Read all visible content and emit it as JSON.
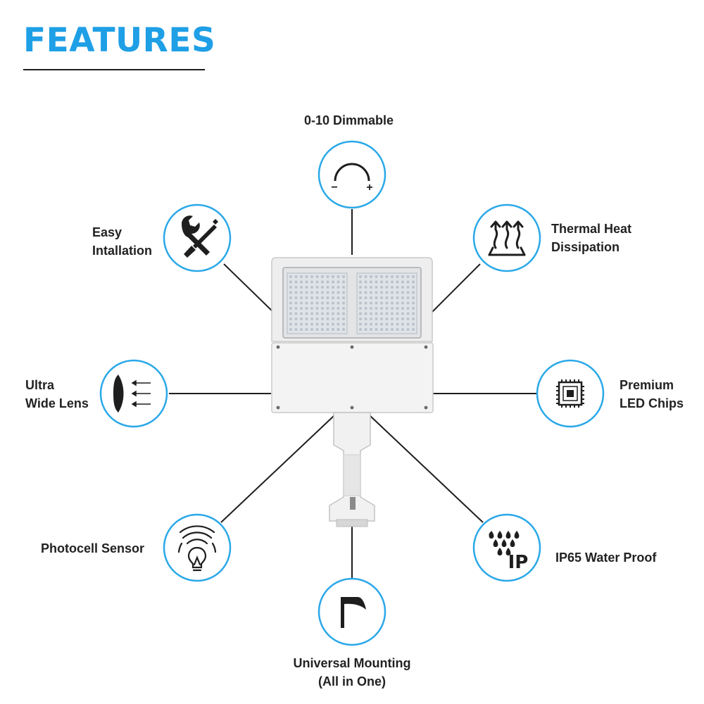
{
  "title": "FEATURES",
  "accent_color": "#1e9fe6",
  "features": [
    {
      "id": "dimmable",
      "icon": "dimmer-arc-icon",
      "lines": [
        "0-10 Dimmable"
      ]
    },
    {
      "id": "easy-installation",
      "icon": "wrench-screwdriver-icon",
      "lines": [
        "Easy",
        "Intallation"
      ]
    },
    {
      "id": "thermal",
      "icon": "heat-arrows-icon",
      "lines": [
        "Thermal Heat",
        "Dissipation"
      ]
    },
    {
      "id": "wide-lens",
      "icon": "lens-arrows-icon",
      "lines": [
        "Ultra",
        "Wide Lens"
      ]
    },
    {
      "id": "led-chips",
      "icon": "chip-icon",
      "lines": [
        "Premium",
        "LED Chips"
      ]
    },
    {
      "id": "photocell",
      "icon": "bulb-sensor-icon",
      "lines": [
        "Photocell Sensor"
      ]
    },
    {
      "id": "ip65",
      "icon": "water-drops-ip-icon",
      "lines": [
        "IP65 Water Proof"
      ],
      "icon_text": "IP"
    },
    {
      "id": "mounting",
      "icon": "pole-flag-icon",
      "lines": [
        "Universal Mounting",
        "(All in One)"
      ]
    }
  ],
  "dimmer_minus": "−",
  "dimmer_plus": "+"
}
